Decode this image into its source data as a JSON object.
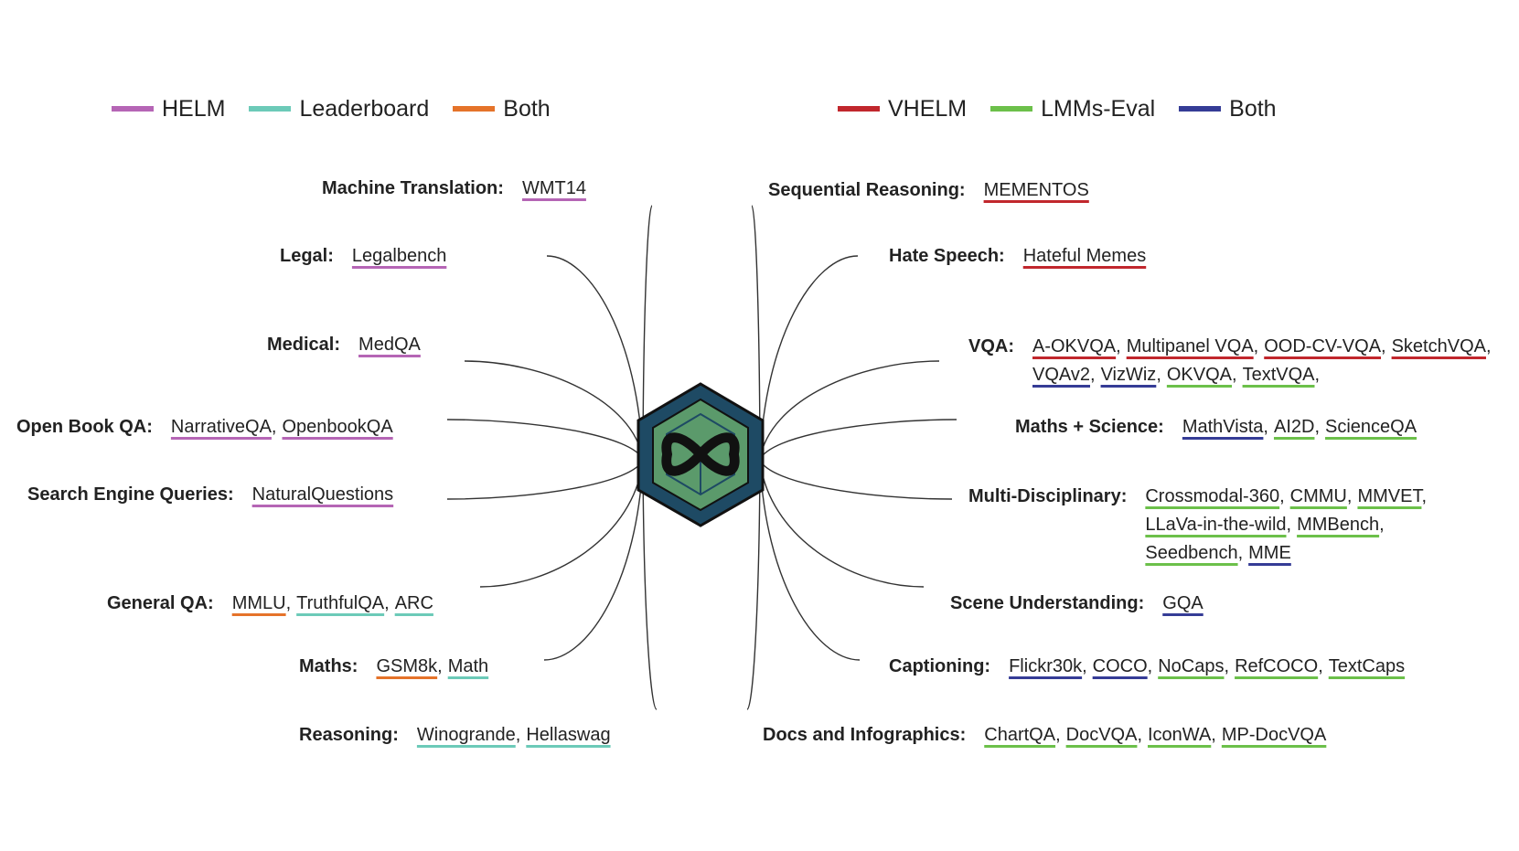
{
  "colors": {
    "helm": "#b565b5",
    "leaderboard": "#6ccab8",
    "both_left": "#e5732a",
    "vhelm": "#c1272d",
    "lmms_eval": "#6cc04a",
    "both_right": "#353c96",
    "hex_outer": "#1e4a64",
    "hex_inner": "#5b9a6b",
    "wire": "#333333"
  },
  "icon": "infinity-icon",
  "legend_left": [
    {
      "label": "HELM",
      "color_key": "helm"
    },
    {
      "label": "Leaderboard",
      "color_key": "leaderboard"
    },
    {
      "label": "Both",
      "color_key": "both_left"
    }
  ],
  "legend_right": [
    {
      "label": "VHELM",
      "color_key": "vhelm"
    },
    {
      "label": "LMMs-Eval",
      "color_key": "lmms_eval"
    },
    {
      "label": "Both",
      "color_key": "both_right"
    }
  ],
  "left_categories": [
    {
      "name": "Machine Translation:",
      "benchmarks": [
        {
          "name": "WMT14",
          "color_key": "helm"
        }
      ]
    },
    {
      "name": "Legal:",
      "benchmarks": [
        {
          "name": "Legalbench",
          "color_key": "helm"
        }
      ]
    },
    {
      "name": "Medical:",
      "benchmarks": [
        {
          "name": "MedQA",
          "color_key": "helm"
        }
      ]
    },
    {
      "name": "Open Book QA:",
      "benchmarks": [
        {
          "name": "NarrativeQA",
          "color_key": "helm"
        },
        {
          "name": "OpenbookQA",
          "color_key": "helm"
        }
      ]
    },
    {
      "name": "Search Engine Queries:",
      "benchmarks": [
        {
          "name": "NaturalQuestions",
          "color_key": "helm"
        }
      ]
    },
    {
      "name": "General QA:",
      "benchmarks": [
        {
          "name": "MMLU",
          "color_key": "both_left"
        },
        {
          "name": "TruthfulQA",
          "color_key": "leaderboard"
        },
        {
          "name": "ARC",
          "color_key": "leaderboard"
        }
      ]
    },
    {
      "name": "Maths:",
      "benchmarks": [
        {
          "name": "GSM8k",
          "color_key": "both_left"
        },
        {
          "name": "Math",
          "color_key": "leaderboard"
        }
      ]
    },
    {
      "name": "Reasoning:",
      "benchmarks": [
        {
          "name": "Winogrande",
          "color_key": "leaderboard"
        },
        {
          "name": "Hellaswag",
          "color_key": "leaderboard"
        }
      ]
    }
  ],
  "right_categories": [
    {
      "name": "Sequential Reasoning:",
      "benchmarks": [
        {
          "name": "MEMENTOS",
          "color_key": "vhelm"
        }
      ]
    },
    {
      "name": "Hate Speech:",
      "benchmarks": [
        {
          "name": "Hateful Memes",
          "color_key": "vhelm"
        }
      ]
    },
    {
      "name": "VQA:",
      "benchmarks": [
        {
          "name": "A-OKVQA",
          "color_key": "vhelm"
        },
        {
          "name": "Multipanel VQA",
          "color_key": "vhelm"
        },
        {
          "name": "OOD-CV-VQA",
          "color_key": "vhelm"
        },
        {
          "name": "SketchVQA",
          "color_key": "vhelm"
        },
        {
          "name": "VQAv2",
          "color_key": "both_right"
        },
        {
          "name": "VizWiz",
          "color_key": "both_right"
        },
        {
          "name": "OKVQA",
          "color_key": "lmms_eval"
        },
        {
          "name": "TextVQA",
          "color_key": "lmms_eval"
        }
      ],
      "trailing": ","
    },
    {
      "name": "Maths + Science:",
      "benchmarks": [
        {
          "name": "MathVista",
          "color_key": "both_right"
        },
        {
          "name": "AI2D",
          "color_key": "lmms_eval"
        },
        {
          "name": "ScienceQA",
          "color_key": "lmms_eval"
        }
      ]
    },
    {
      "name": "Multi-Disciplinary:",
      "benchmarks": [
        {
          "name": "Crossmodal-360",
          "color_key": "lmms_eval"
        },
        {
          "name": "CMMU",
          "color_key": "lmms_eval"
        },
        {
          "name": "MMVET",
          "color_key": "lmms_eval"
        },
        {
          "name": "LLaVa-in-the-wild",
          "color_key": "lmms_eval"
        },
        {
          "name": "MMBench",
          "color_key": "lmms_eval"
        },
        {
          "name": "Seedbench",
          "color_key": "lmms_eval"
        },
        {
          "name": "MME",
          "color_key": "both_right"
        }
      ]
    },
    {
      "name": "Scene Understanding:",
      "benchmarks": [
        {
          "name": "GQA",
          "color_key": "both_right"
        }
      ]
    },
    {
      "name": "Captioning:",
      "benchmarks": [
        {
          "name": "Flickr30k",
          "color_key": "both_right"
        },
        {
          "name": "COCO",
          "color_key": "both_right"
        },
        {
          "name": "NoCaps",
          "color_key": "lmms_eval"
        },
        {
          "name": "RefCOCO",
          "color_key": "lmms_eval"
        },
        {
          "name": "TextCaps",
          "color_key": "lmms_eval"
        }
      ]
    },
    {
      "name": "Docs and Infographics:",
      "benchmarks": [
        {
          "name": "ChartQA",
          "color_key": "lmms_eval"
        },
        {
          "name": "DocVQA",
          "color_key": "lmms_eval"
        },
        {
          "name": "IconWA",
          "color_key": "lmms_eval"
        },
        {
          "name": "MP-DocVQA",
          "color_key": "lmms_eval"
        }
      ]
    }
  ]
}
